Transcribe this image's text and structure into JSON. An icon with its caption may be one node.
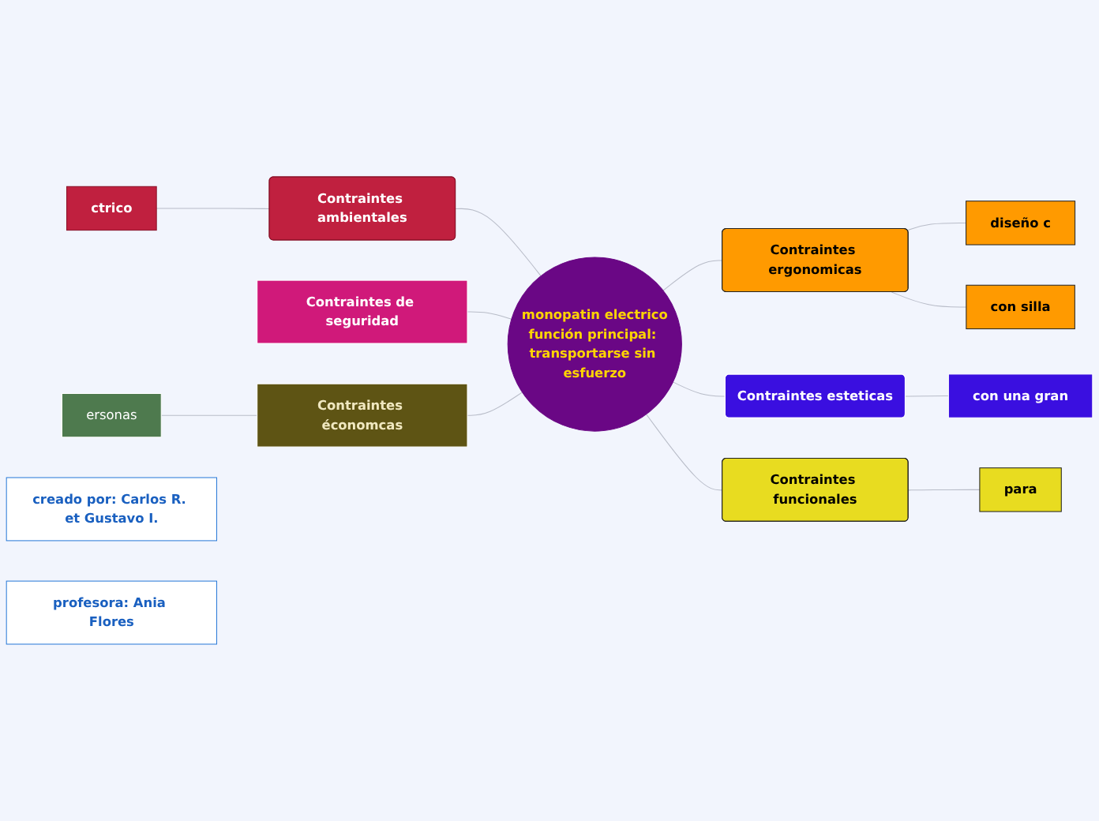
{
  "diagram": {
    "nodes": [
      {
        "text": [
          "monopatin electrico",
          "función principal: transportarse sin esfuerzo"
        ]
      },
      {
        "text": [
          "Contraintes ambientales"
        ]
      },
      {
        "text": [
          "ctrico"
        ]
      },
      {
        "text": [
          "Contraintes de seguridad"
        ]
      },
      {
        "text": [
          "Contraintes économcas"
        ]
      },
      {
        "text": [
          "ersonas"
        ]
      },
      {
        "text": [
          "Contraintes ergonomicas"
        ]
      },
      {
        "text": [
          "diseño c"
        ]
      },
      {
        "text": [
          "con silla"
        ]
      },
      {
        "text": [
          "Contraintes esteticas"
        ]
      },
      {
        "text": [
          "con una gran"
        ]
      },
      {
        "text": [
          "Contraintes funcionales"
        ]
      },
      {
        "text": [
          "para"
        ]
      },
      {
        "text": [
          "creado por: Carlos R. et Gustavo I."
        ]
      },
      {
        "text": [
          "profesora: Ania Flores"
        ]
      }
    ],
    "edges": [
      {
        "from": 0,
        "to": 1,
        "arrow": "none"
      },
      {
        "from": 1,
        "to": 2,
        "arrow": "none"
      },
      {
        "from": 0,
        "to": 3,
        "arrow": "none"
      },
      {
        "from": 0,
        "to": 4,
        "arrow": "none"
      },
      {
        "from": 4,
        "to": 5,
        "arrow": "none"
      },
      {
        "from": 0,
        "to": 6,
        "arrow": "none"
      },
      {
        "from": 6,
        "to": 7,
        "arrow": "none"
      },
      {
        "from": 6,
        "to": 8,
        "arrow": "none"
      },
      {
        "from": 0,
        "to": 9,
        "arrow": "none"
      },
      {
        "from": 9,
        "to": 10,
        "arrow": "none"
      },
      {
        "from": 0,
        "to": 11,
        "arrow": "none"
      },
      {
        "from": 11,
        "to": 12,
        "arrow": "none"
      }
    ]
  }
}
